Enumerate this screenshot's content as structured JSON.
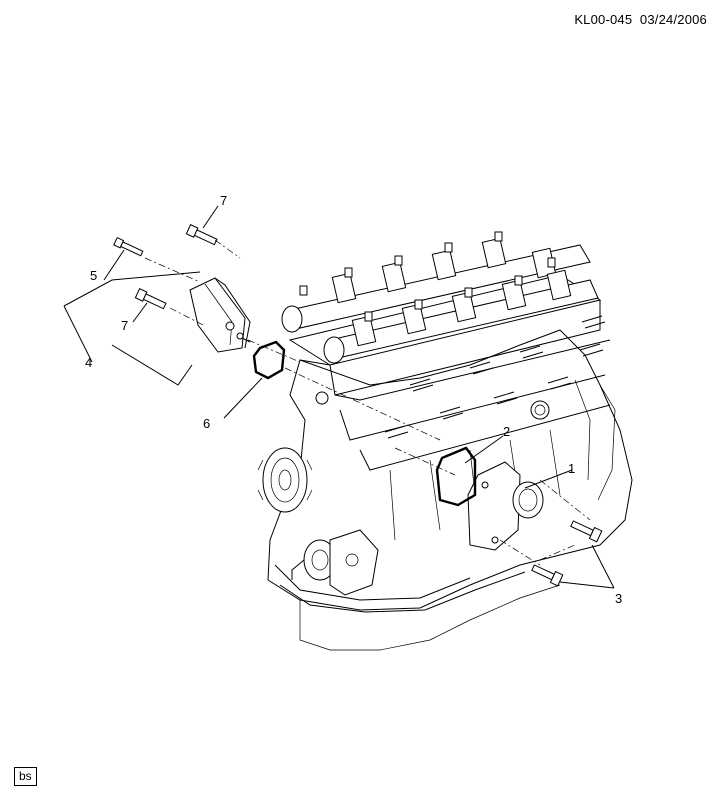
{
  "header": {
    "code": "KL00-045",
    "date": "03/24/2006"
  },
  "footer": {
    "tag": "bs"
  },
  "callouts": {
    "c1": "1",
    "c2": "2",
    "c3": "3",
    "c4": "4",
    "c5": "5",
    "c6": "6",
    "c7a": "7",
    "c7b": "7"
  }
}
